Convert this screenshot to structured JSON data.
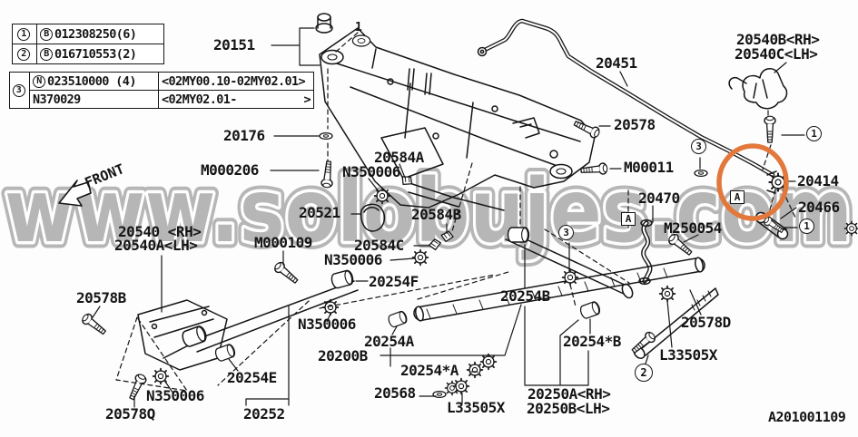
{
  "meta": {
    "ref_code": "A201001109",
    "front_label": "FRONT",
    "watermark": "www.solobujes.com",
    "watermark_color": "#b0b0b0",
    "highlight_color": "#e2783c",
    "line_color": "#151515"
  },
  "tables": {
    "bolt_table": {
      "rows": [
        {
          "num": "1",
          "prefix": "B",
          "part": "012308250(6)"
        },
        {
          "num": "2",
          "prefix": "B",
          "part": "016710553(2)"
        }
      ]
    },
    "variant_table": {
      "num": "3",
      "rows": [
        {
          "prefix": "N",
          "part": "023510000 (4)",
          "range": "<02MY00.10-02MY02.01>",
          "range_close": ""
        },
        {
          "part": "N370029",
          "range": "<02MY02.01-",
          "range_close": ">"
        }
      ]
    }
  },
  "labels": [
    {
      "id": "20151",
      "text": "20151"
    },
    {
      "id": "pos-1",
      "text": "1"
    },
    {
      "id": "20451",
      "text": "20451"
    },
    {
      "id": "20540B",
      "text": "20540B<RH>"
    },
    {
      "id": "20540C",
      "text": "20540C<LH>"
    },
    {
      "id": "20578",
      "text": "20578"
    },
    {
      "id": "20176",
      "text": "20176"
    },
    {
      "id": "M000206",
      "text": "M000206"
    },
    {
      "id": "20584A",
      "text": "20584A"
    },
    {
      "id": "N350006-1",
      "text": "N350006"
    },
    {
      "id": "M00011",
      "text": "M00011"
    },
    {
      "id": "20521",
      "text": "20521"
    },
    {
      "id": "20584B",
      "text": "20584B"
    },
    {
      "id": "20414",
      "text": "20414"
    },
    {
      "id": "20466",
      "text": "20466"
    },
    {
      "id": "20470",
      "text": "20470"
    },
    {
      "id": "M250054",
      "text": "M250054"
    },
    {
      "id": "20540-RH",
      "text": "20540 <RH>"
    },
    {
      "id": "20540A-LH",
      "text": "20540A<LH>"
    },
    {
      "id": "M000109",
      "text": "M000109"
    },
    {
      "id": "20584C",
      "text": "20584C"
    },
    {
      "id": "N350006-2",
      "text": "N350006"
    },
    {
      "id": "20254F",
      "text": "20254F"
    },
    {
      "id": "20578B",
      "text": "20578B"
    },
    {
      "id": "20254B",
      "text": "20254B"
    },
    {
      "id": "N350006-3",
      "text": "N350006"
    },
    {
      "id": "20254A",
      "text": "20254A"
    },
    {
      "id": "20200B",
      "text": "20200B"
    },
    {
      "id": "20254*A",
      "text": "20254*A"
    },
    {
      "id": "20254E",
      "text": "20254E"
    },
    {
      "id": "20568",
      "text": "20568"
    },
    {
      "id": "N350006-4",
      "text": "N350006"
    },
    {
      "id": "L33505X-1",
      "text": "L33505X"
    },
    {
      "id": "20578Q",
      "text": "20578Q"
    },
    {
      "id": "20252",
      "text": "20252"
    },
    {
      "id": "20250A-RH",
      "text": "20250A<RH>"
    },
    {
      "id": "20250B-LH",
      "text": "20250B<LH>"
    },
    {
      "id": "20254*B",
      "text": "20254*B"
    },
    {
      "id": "L33505X-2",
      "text": "L33505X"
    },
    {
      "id": "20578D",
      "text": "20578D"
    }
  ],
  "callouts": {
    "circled": [
      {
        "n": "1"
      },
      {
        "n": "1"
      },
      {
        "n": "3"
      },
      {
        "n": "3"
      },
      {
        "n": "2"
      }
    ],
    "boxed": [
      {
        "t": "A"
      },
      {
        "t": "A"
      }
    ]
  }
}
